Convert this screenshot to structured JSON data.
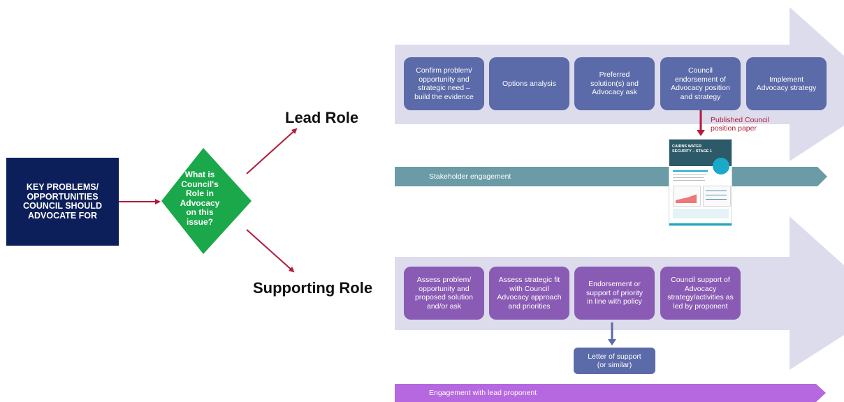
{
  "problem_box": {
    "text": "KEY PROBLEMS/\nOPPORTUNITIES\nCOUNCIL SHOULD\nADVOCATE FOR"
  },
  "decision": {
    "text": "What is\nCouncil's\nRole in\nAdvocacy\non this\nissue?"
  },
  "lead": {
    "label": "Lead Role",
    "steps": [
      "Confirm problem/\nopportunity and\nstrategic need –\nbuild the evidence",
      "Options analysis",
      "Preferred\nsolution(s) and\nAdvocacy ask",
      "Council\nendorsement of\nAdvocacy position\nand strategy",
      "Implement\nAdvocacy strategy"
    ],
    "output_label": "Published Council\nposition paper",
    "band_label": "Stakeholder engagement",
    "document_title": "CAIRNS WATER\nSECURITY – STAGE 1"
  },
  "supporting": {
    "label": "Supporting Role",
    "steps": [
      "Assess problem/\nopportunity and\nproposed solution\nand/or ask",
      "Assess strategic fit\nwith Council\nAdvocacy approach\nand priorities",
      "Endorsement or\nsupport of priority\nin line with policy",
      "Council support of\nAdvocacy\nstrategy/activities as\nled by proponent"
    ],
    "output_label": "Letter of support\n(or similar)",
    "band_label": "Engagement with lead proponent"
  },
  "colors": {
    "navy": "#0c1f5a",
    "diamond": "#1aa84a",
    "connector": "#b01c3a",
    "lead_step": "#5b6aa8",
    "support_step": "#8a5bb4",
    "chevron": "#dcdcec",
    "teal_band": "#6a9ba6",
    "purple_band": "#b668e0"
  }
}
